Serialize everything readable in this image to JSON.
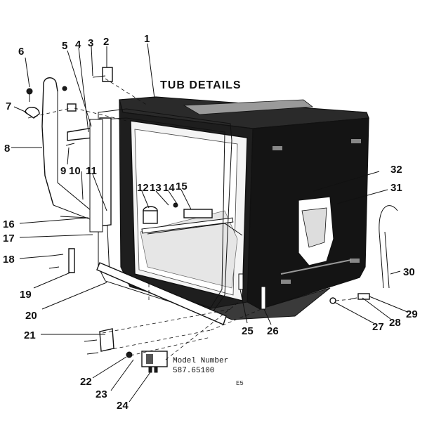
{
  "title": "TUB DETAILS",
  "model_label": "Model Number",
  "model_number": "587.65100",
  "page_mark": "E5",
  "callouts": [
    {
      "id": "c1",
      "label": "1"
    },
    {
      "id": "c2",
      "label": "2"
    },
    {
      "id": "c3",
      "label": "3"
    },
    {
      "id": "c4",
      "label": "4"
    },
    {
      "id": "c5",
      "label": "5"
    },
    {
      "id": "c6",
      "label": "6"
    },
    {
      "id": "c7",
      "label": "7"
    },
    {
      "id": "c8",
      "label": "8"
    },
    {
      "id": "c9",
      "label": "9"
    },
    {
      "id": "c10",
      "label": "10"
    },
    {
      "id": "c11",
      "label": "11"
    },
    {
      "id": "c12",
      "label": "12"
    },
    {
      "id": "c13",
      "label": "13"
    },
    {
      "id": "c14",
      "label": "14"
    },
    {
      "id": "c15",
      "label": "15"
    },
    {
      "id": "c16",
      "label": "16"
    },
    {
      "id": "c17",
      "label": "17"
    },
    {
      "id": "c18",
      "label": "18"
    },
    {
      "id": "c19",
      "label": "19"
    },
    {
      "id": "c20",
      "label": "20"
    },
    {
      "id": "c21",
      "label": "21"
    },
    {
      "id": "c22",
      "label": "22"
    },
    {
      "id": "c23",
      "label": "23"
    },
    {
      "id": "c24",
      "label": "24"
    },
    {
      "id": "c25",
      "label": "25"
    },
    {
      "id": "c26",
      "label": "26"
    },
    {
      "id": "c27",
      "label": "27"
    },
    {
      "id": "c28",
      "label": "28"
    },
    {
      "id": "c29",
      "label": "29"
    },
    {
      "id": "c30",
      "label": "30"
    },
    {
      "id": "c31",
      "label": "31"
    },
    {
      "id": "c32",
      "label": "32"
    }
  ]
}
